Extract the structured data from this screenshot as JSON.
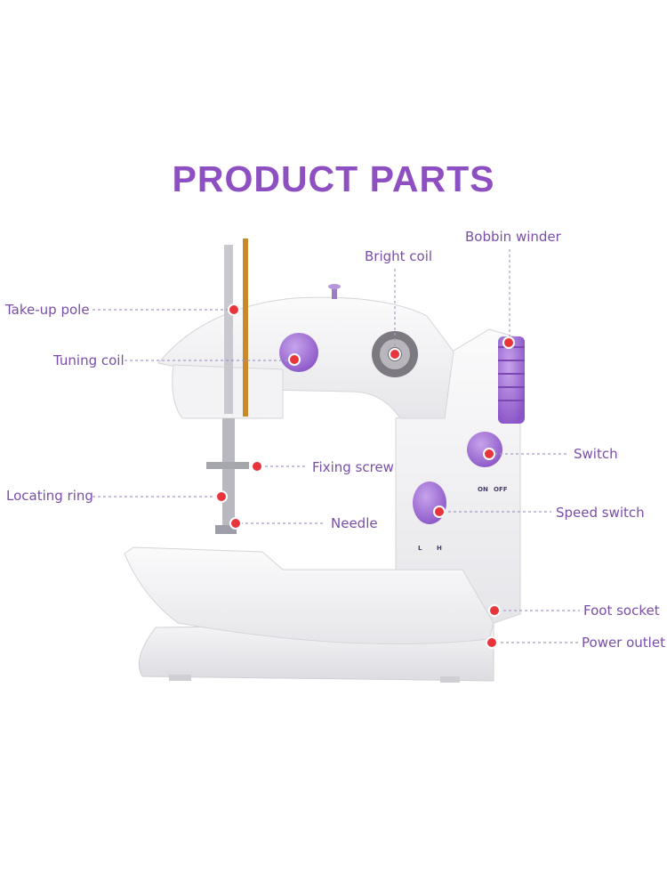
{
  "title": "PRODUCT PARTS",
  "colors": {
    "title": "#8e4fc2",
    "label": "#7a4ea8",
    "marker": "#e8343b",
    "accent_purple": "#9b6ad0",
    "body": "#f1f1f3"
  },
  "parts": {
    "take_up_pole": "Take-up pole",
    "tuning_coil": "Tuning coil",
    "bright_coil": "Bright coil",
    "bobbin_winder": "Bobbin winder",
    "fixing_screw": "Fixing screw",
    "locating_ring": "Locating ring",
    "needle": "Needle",
    "switch": "Switch",
    "speed_switch": "Speed switch",
    "foot_socket": "Foot socket",
    "power_outlet": "Power outlet"
  },
  "panel_marks": {
    "on": "ON",
    "off": "OFF",
    "low": "L",
    "high": "H"
  }
}
